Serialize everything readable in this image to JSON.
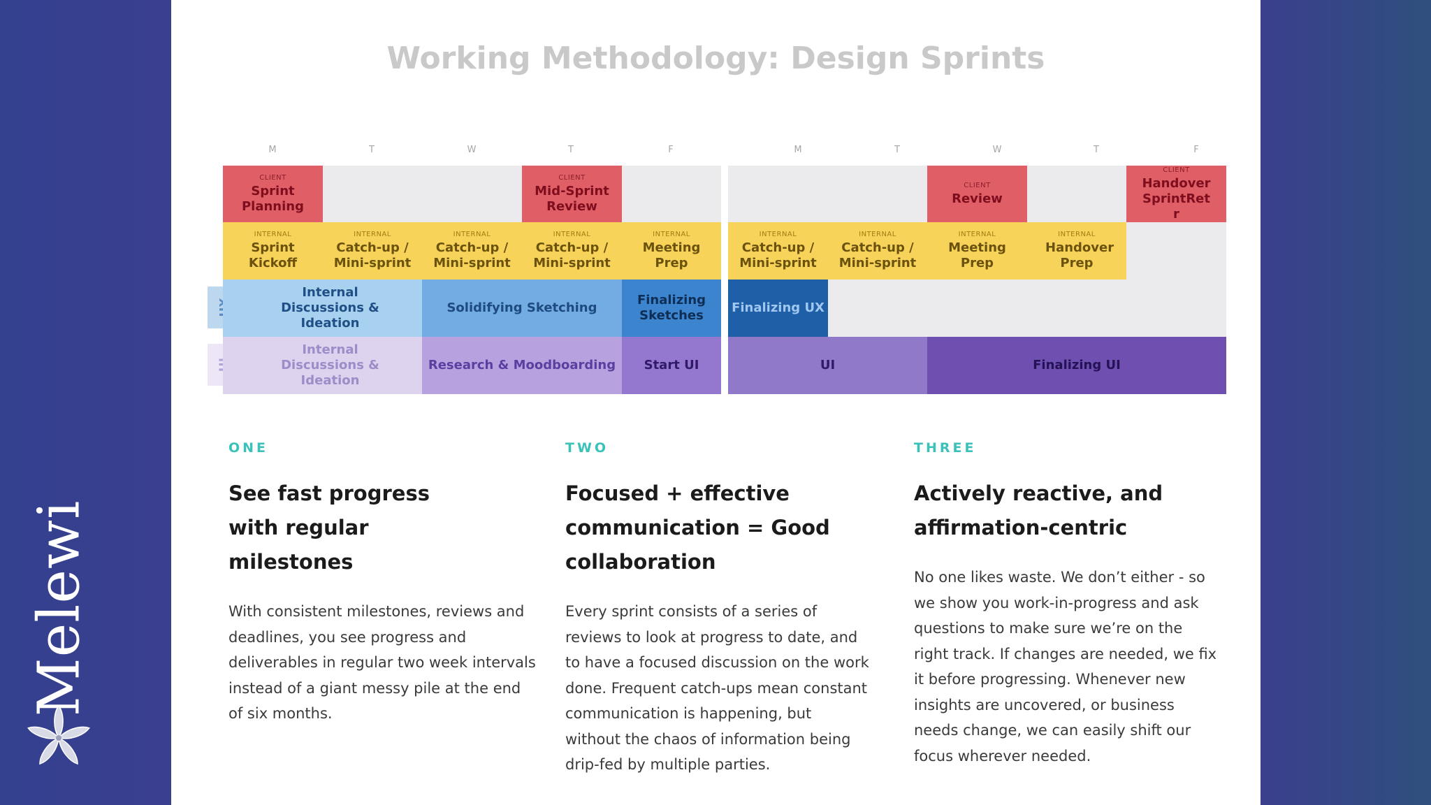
{
  "brand": {
    "name": "Melewi"
  },
  "title": "Working Methodology: Design Sprints",
  "schedule": {
    "days": [
      "M",
      "T",
      "W",
      "T",
      "F",
      "M",
      "T",
      "W",
      "T",
      "F"
    ],
    "client_row": [
      {
        "tag": "CLIENT",
        "label": "Sprint Planning"
      },
      {
        "tag": "CLIENT",
        "label": "Mid-Sprint Review"
      },
      {
        "tag": "CLIENT",
        "label": "Review"
      },
      {
        "tag": "CLIENT",
        "label": "Handover SprintRetr"
      }
    ],
    "internal_row": [
      {
        "tag": "INTERNAL",
        "label": "Sprint Kickoff"
      },
      {
        "tag": "INTERNAL",
        "label": "Catch-up / Mini-sprint"
      },
      {
        "tag": "INTERNAL",
        "label": "Catch-up / Mini-sprint"
      },
      {
        "tag": "INTERNAL",
        "label": "Catch-up / Mini-sprint"
      },
      {
        "tag": "INTERNAL",
        "label": "Meeting Prep"
      },
      {
        "tag": "INTERNAL",
        "label": "Catch-up / Mini-sprint"
      },
      {
        "tag": "INTERNAL",
        "label": "Catch-up / Mini-sprint"
      },
      {
        "tag": "INTERNAL",
        "label": "Meeting Prep"
      },
      {
        "tag": "INTERNAL",
        "label": "Handover Prep"
      }
    ],
    "ux_label": "UX",
    "ux_row": [
      {
        "label": "Internal Discussions & Ideation"
      },
      {
        "label": "Solidifying Sketching"
      },
      {
        "label": "Finalizing Sketches"
      },
      {
        "label": "Finalizing UX"
      }
    ],
    "ui_label": "UI",
    "ui_row": [
      {
        "label": "Internal Discussions & Ideation"
      },
      {
        "label": "Research & Moodboarding"
      },
      {
        "label": "Start UI"
      },
      {
        "label": "UI"
      },
      {
        "label": "Finalizing UI"
      }
    ],
    "colors": {
      "client": "#e05f67",
      "internal": "#f7d35a",
      "empty": "#ebebed",
      "ux_light": "#a8d0ef",
      "ux_mid": "#72ace2",
      "ux_dark": "#1f5fa8",
      "ui_light": "#ddd3ef",
      "ui_mid": "#b7a2df",
      "ui_dark": "#6f4fb0"
    }
  },
  "sections": [
    {
      "number": "ONE",
      "heading": "See fast progress with regular milestones",
      "body": "With consistent milestones, reviews and deadlines, you see progress and deliverables in regular two week intervals instead of a giant messy pile at the end of six months."
    },
    {
      "number": "TWO",
      "heading": "Focused + effective communication = Good collaboration",
      "body": "Every sprint consists of a series of reviews to look at progress to date, and to have a focused discussion on the work done. Frequent catch-ups mean constant communication is happening, but without the chaos of information being drip-fed by multiple parties."
    },
    {
      "number": "THREE",
      "heading": "Actively reactive, and affirmation-centric",
      "body": "No one likes waste. We don’t either - so we show you work-in-progress and ask questions to make sure we’re on the right track. If changes are needed, we fix it before progressing. Whenever new insights are uncovered, or business needs change, we can easily shift our focus wherever needed."
    }
  ]
}
